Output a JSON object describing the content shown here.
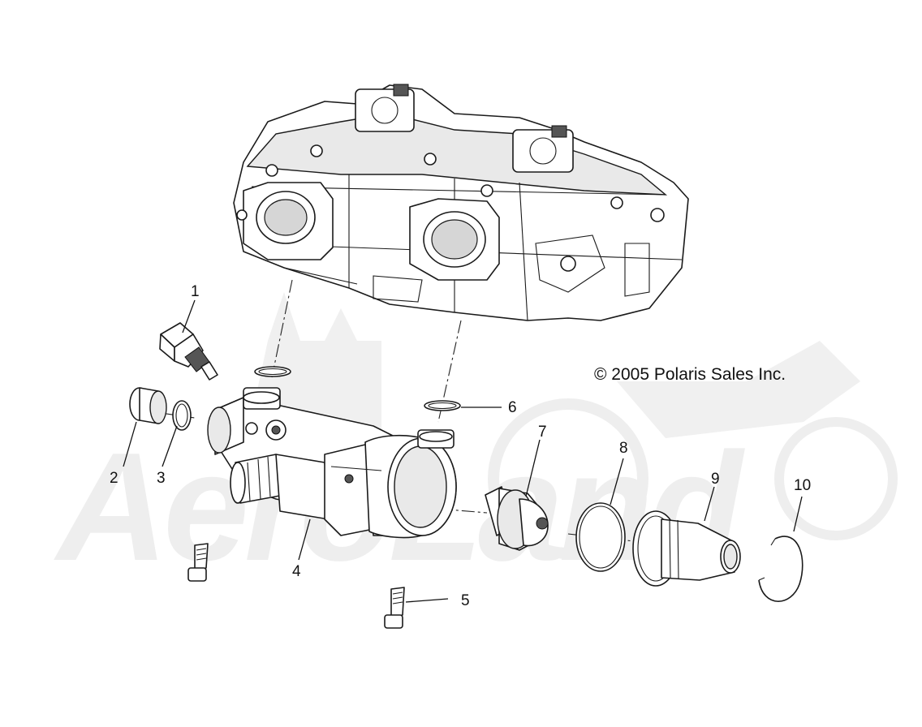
{
  "copyright": "© 2005 Polaris Sales Inc.",
  "watermark_text": "AeroLand",
  "callouts": [
    {
      "num": "1",
      "part": "temperature-sensor"
    },
    {
      "num": "2",
      "part": "plug"
    },
    {
      "num": "3",
      "part": "o-ring-small"
    },
    {
      "num": "4",
      "part": "thermostat-housing"
    },
    {
      "num": "5",
      "part": "bolt"
    },
    {
      "num": "6",
      "part": "o-ring"
    },
    {
      "num": "7",
      "part": "thermostat"
    },
    {
      "num": "8",
      "part": "seal-ring"
    },
    {
      "num": "9",
      "part": "outlet-fitting"
    },
    {
      "num": "10",
      "part": "retaining-ring"
    }
  ]
}
